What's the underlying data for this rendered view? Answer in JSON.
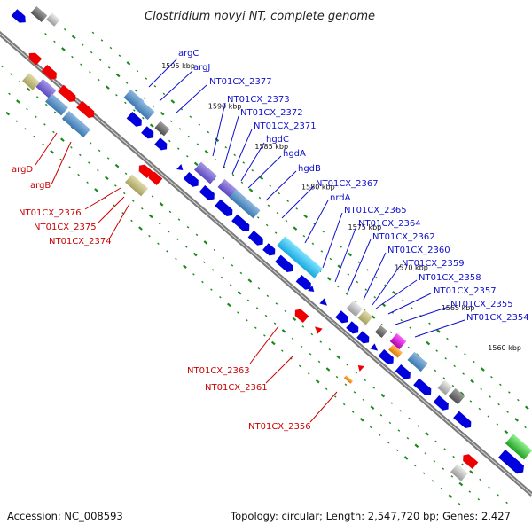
{
  "title": "Clostridium novyi NT, complete genome",
  "footer": {
    "accession": "Accession: NC_008593",
    "summary": "Topology: circular; Length: 2,547,720 bp; Genes: 2,427"
  },
  "colors": {
    "forward": "#0000dd",
    "reverse": "#ee0000",
    "backbone": "#7a7a7a",
    "tick": "#1a8a1a",
    "label_forward": "#1010cc",
    "label_reverse": "#cc0000"
  },
  "scale_marks": [
    {
      "label": "1595 kbp",
      "kbp": 1595
    },
    {
      "label": "1590 kbp",
      "kbp": 1590
    },
    {
      "label": "1585 kbp",
      "kbp": 1585
    },
    {
      "label": "1580 kbp",
      "kbp": 1580
    },
    {
      "label": "1575 kbp",
      "kbp": 1575
    },
    {
      "label": "1570 kbp",
      "kbp": 1570
    },
    {
      "label": "1565 kbp",
      "kbp": 1565
    },
    {
      "label": "1560 kbp",
      "kbp": 1560
    }
  ],
  "forward_genes": [
    "argC",
    "argJ",
    "NT01CX_2377",
    "NT01CX_2373",
    "NT01CX_2372",
    "NT01CX_2371",
    "hgdC",
    "hgdA",
    "hgdB",
    "NT01CX_2367",
    "nrdA",
    "NT01CX_2365",
    "NT01CX_2364",
    "NT01CX_2362",
    "NT01CX_2360",
    "NT01CX_2359",
    "NT01CX_2358",
    "NT01CX_2357",
    "NT01CX_2355",
    "NT01CX_2354"
  ],
  "reverse_genes": [
    "argD",
    "argB",
    "NT01CX_2376",
    "NT01CX_2375",
    "NT01CX_2374",
    "NT01CX_2363",
    "NT01CX_2361",
    "NT01CX_2356"
  ]
}
